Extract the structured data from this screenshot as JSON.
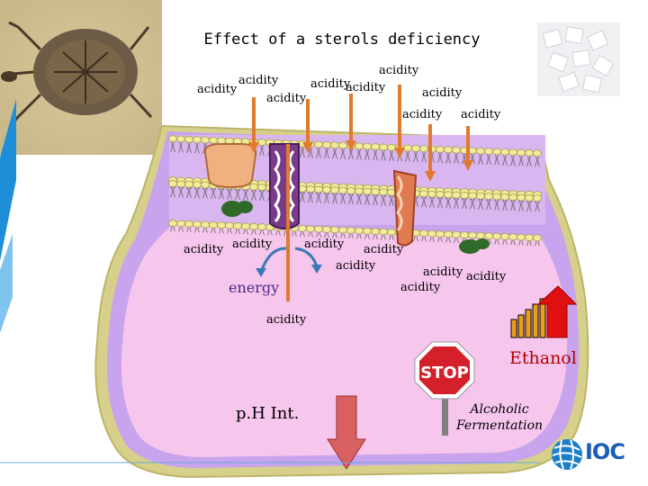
{
  "title": "Effect of a sterols deficiency",
  "acidity_labels": [
    "acidity",
    "acidity",
    "acidity",
    "acidity",
    "acidity",
    "acidity",
    "acidity",
    "acidity",
    "acidity",
    "acidity",
    "acidity",
    "acidity",
    "acidity",
    "acidity",
    "acidity",
    "acidity",
    "acidity"
  ],
  "energy_label": "energy",
  "ph_label": "p.H Int.",
  "ethanol_label": "Ethanol",
  "fermentation_label": [
    "Alcoholic",
    "Fermentation"
  ],
  "stop_sign_text": "STOP",
  "logo": {
    "name": "IOC"
  },
  "colors": {
    "cell": "#f6c6ec",
    "rim": "#c8a3ee",
    "outline": "#d6d08a",
    "arrow": "#e07a2e",
    "ethanol": "#b00000",
    "stop": "#d4202a",
    "logo": "#1a5fb4"
  }
}
